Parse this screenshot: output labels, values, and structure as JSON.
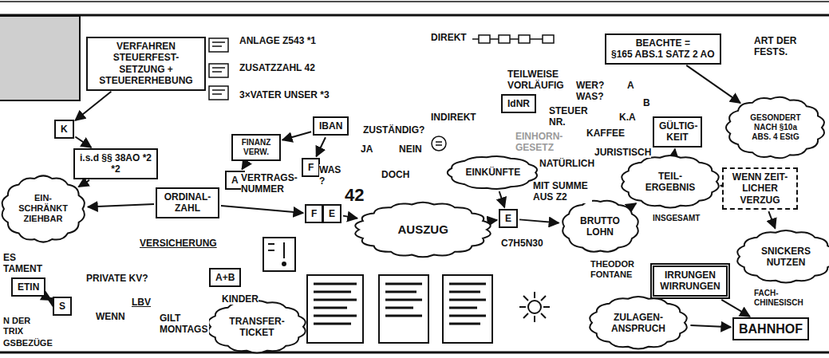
{
  "diagram": {
    "nodes": [
      {
        "text": [
          "VERFAHREN STEUERFEST-SETZUNG + STEUERERHEBUNG"
        ]
      },
      {
        "text": [
          "BEACHTE =",
          "§165 ABS.1 SATZ 2 AO"
        ]
      },
      {
        "text": [
          "IdNR"
        ]
      },
      {
        "text": [
          "GÜLTIG-KEIT"
        ]
      },
      {
        "text": [
          "IBAN"
        ]
      },
      {
        "text": [
          "K"
        ]
      },
      {
        "text": [
          "i.s.d §§ 38AO *2",
          "*2"
        ]
      },
      {
        "text": [
          "FINANZ VERW."
        ]
      },
      {
        "text": [
          "A"
        ]
      },
      {
        "text": [
          "ORDINAL-ZAHL"
        ]
      },
      {
        "text": [
          "F"
        ]
      },
      {
        "text": [
          "F"
        ]
      },
      {
        "text": [
          "E"
        ]
      },
      {
        "text": [
          "EINKÜNFTE"
        ]
      },
      {
        "text": [
          "TEIL-ERGEBNIS"
        ]
      },
      {
        "text": [
          "WENN ZEIT-LICHER VERZUG"
        ]
      },
      {
        "text": [
          "AUSZUG"
        ]
      },
      {
        "text": [
          "E"
        ]
      },
      {
        "text": [
          "BRUTTO LOHN"
        ]
      },
      {
        "text": [
          "ETIN"
        ]
      },
      {
        "text": [
          "A+B"
        ]
      },
      {
        "text": [
          "TRANSFER-TICKET"
        ]
      },
      {
        "text": [
          "IRRUNGEN WIRRUNGEN"
        ]
      },
      {
        "text": [
          "SNICKERS NUTZEN"
        ]
      },
      {
        "text": [
          "ZULAGEN-ANSPRUCH"
        ]
      },
      {
        "text": [
          "BAHNHOF"
        ]
      },
      {
        "text": [
          "GESONDERT NACH §10a ABS. 4 EStG"
        ]
      },
      {
        "text": [
          "EIN-SCHRÄNKT ZIEHBAR"
        ]
      },
      {
        "text": [
          "S"
        ]
      }
    ],
    "edges": [
      {
        "from": 0,
        "to": 5,
        "arrow": "to"
      },
      {
        "from": 5,
        "to": 6,
        "arrow": "to"
      },
      {
        "from": 6,
        "to": 27,
        "arrow": "to"
      },
      {
        "from": 9,
        "to": 27,
        "arrow": "to"
      },
      {
        "from": 4,
        "to": 7,
        "arrow": "to"
      },
      {
        "from": 7,
        "to": 8,
        "arrow": "to"
      },
      {
        "from": 4,
        "to": 10,
        "arrow": "to"
      },
      {
        "from": 9,
        "to": 11,
        "arrow": "to"
      },
      {
        "from": 12,
        "to": 16,
        "arrow": "to"
      },
      {
        "from": 16,
        "to": 17,
        "arrow": "to"
      },
      {
        "from": 13,
        "to": 17,
        "arrow": "to"
      },
      {
        "from": 17,
        "to": 18,
        "arrow": "to"
      },
      {
        "from": 18,
        "to": 14,
        "arrow": "to"
      },
      {
        "from": 14,
        "to": 3,
        "arrow": "to"
      },
      {
        "from": 14,
        "to": 15,
        "arrow": "to"
      },
      {
        "from": 15,
        "to": 23,
        "arrow": "to"
      },
      {
        "from": 1,
        "to": 26,
        "arrow": "to"
      },
      {
        "from": 22,
        "to": 25,
        "arrow": "to"
      },
      {
        "from": 24,
        "to": 25,
        "arrow": "to"
      },
      {
        "from": 19,
        "to": 28,
        "arrow": "both"
      }
    ],
    "labels": [
      "ANLAGE Z543 *1",
      "ZUSATZZAHL 42",
      "3×VATER UNSER *3",
      "DIREKT",
      "TEILWEISE VORLÄUFIG",
      "INDIREKT",
      "ART DER FESTS.",
      "WER? WAS?",
      "A",
      "B",
      "STEUER NR.",
      "K.A",
      "KAFFEE",
      "EINHORN-GESETZ",
      "NATÜRLICH",
      "JURISTISCH",
      "ZUSTÄNDIG?",
      "JA",
      "NEIN",
      "DOCH",
      "WAS ?",
      "42",
      "VERTRAGS-NUMMER",
      "MIT SUMME AUS Z2",
      "INSGESAMT",
      "C7H5N30",
      "VERSICHERUNG",
      "ES TAMENT",
      "PRIVATE KV?",
      "LBV",
      "KINDER",
      "WENN",
      "GILT MONTAGS",
      "N DER TRIX",
      "GSBEZÜGE",
      "THEODOR FONTANE",
      "FACH-CHINESISCH"
    ]
  }
}
